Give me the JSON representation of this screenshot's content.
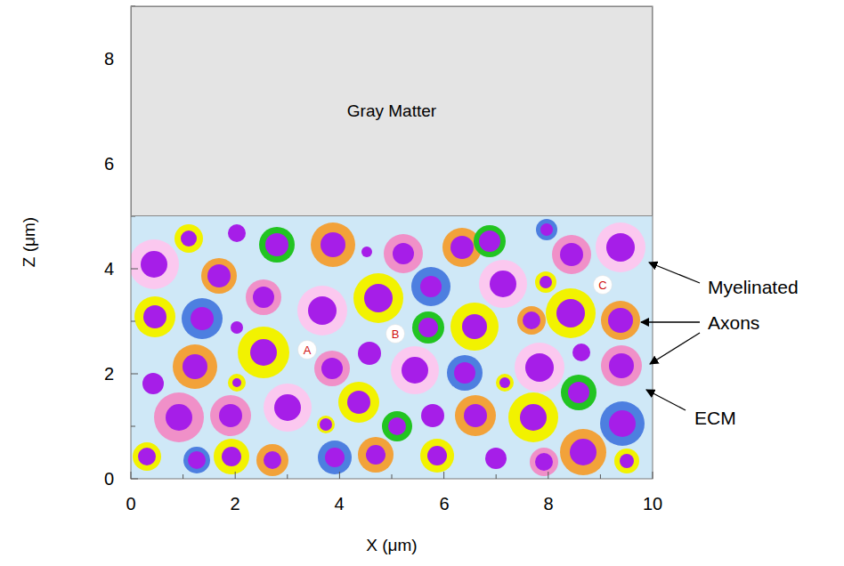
{
  "diagram": {
    "nodes": [
      {
        "text": [
          "Gray Matter"
        ]
      },
      {
        "text": [
          "A"
        ]
      },
      {
        "text": [
          "B"
        ]
      },
      {
        "text": [
          "C"
        ]
      }
    ],
    "labels": [
      "Myelinated Axons",
      "ECM",
      "Z (μm)",
      "8",
      "6",
      "4",
      "2",
      "0",
      "X (μm)",
      "0",
      "2",
      "4",
      "6",
      "8",
      "10"
    ]
  }
}
